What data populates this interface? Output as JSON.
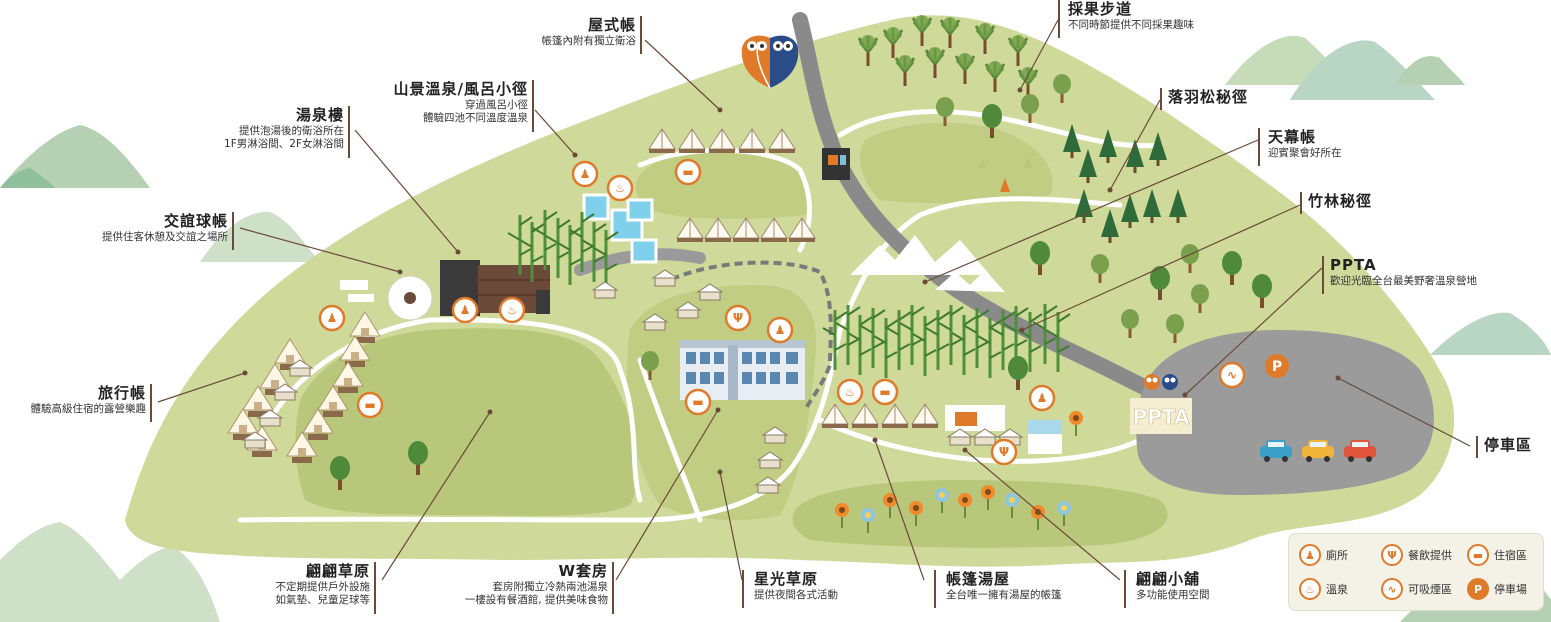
{
  "map_title": "",
  "colors": {
    "land": "#cfd99a",
    "field": "#b9c77a",
    "path": "#ffffff",
    "road": "#8a8a8a",
    "parking": "#9b9b9b",
    "accent": "#e07a2b",
    "leader": "#6b4a3a",
    "mountain": "#cfe0c8"
  },
  "labels": {
    "tent_house": {
      "title": "屋式帳",
      "desc": [
        "帳篷內附有獨立衛浴"
      ]
    },
    "hotspring_trail": {
      "title": "山景溫泉/風呂小徑",
      "desc": [
        "穿過風呂小徑",
        "體驗四池不同溫度溫泉"
      ]
    },
    "bath_building": {
      "title": "湯泉樓",
      "desc": [
        "提供泡湯後的衛浴所在",
        "1F男淋浴間、2F女淋浴間"
      ]
    },
    "ball_tent": {
      "title": "交誼球帳",
      "desc": [
        "提供住客休憩及交誼之場所"
      ]
    },
    "travel_tent": {
      "title": "旅行帳",
      "desc": [
        "體驗高級住宿的露營樂趣"
      ]
    },
    "meadow": {
      "title": "翩翩草原",
      "desc": [
        "不定期提供戶外設施",
        "如氣墊、兒童足球等"
      ]
    },
    "w_suite": {
      "title": "W套房",
      "desc": [
        "套房附獨立冷熱兩池湯泉",
        "一樓設有餐酒館, 提供美味食物"
      ]
    },
    "star_meadow": {
      "title": "星光草原",
      "desc": [
        "提供夜間各式活動"
      ]
    },
    "tent_bath": {
      "title": "帳篷湯屋",
      "desc": [
        "全台唯一擁有湯屋的帳篷"
      ]
    },
    "shop": {
      "title": "翩翩小舖",
      "desc": [
        "多功能使用空間"
      ]
    },
    "fruit_trail": {
      "title": "採果步道",
      "desc": [
        "不同時節提供不同採果趣味"
      ]
    },
    "larch_trail": {
      "title": "落羽松秘徑",
      "desc": []
    },
    "canopy_tent": {
      "title": "天幕帳",
      "desc": [
        "迎賓聚會好所在"
      ]
    },
    "bamboo_trail": {
      "title": "竹林秘徑",
      "desc": []
    },
    "ppta": {
      "title": "PPTA",
      "desc": [
        "歡迎光臨全台最美野奢溫泉營地"
      ]
    },
    "parking": {
      "title": "停車區",
      "desc": []
    }
  },
  "map_sign": "PPTA",
  "legend": {
    "items": [
      {
        "icon": "toilet-icon",
        "glyph": "♟",
        "label": "廁所"
      },
      {
        "icon": "dining-icon",
        "glyph": "Ψ",
        "label": "餐飲提供"
      },
      {
        "icon": "bed-icon",
        "glyph": "▬",
        "label": "住宿區"
      },
      {
        "icon": "hotspring-icon",
        "glyph": "♨",
        "label": "溫泉"
      },
      {
        "icon": "smoking-icon",
        "glyph": "∿",
        "label": "可吸煙區"
      },
      {
        "icon": "parking-icon",
        "glyph": "P",
        "label": "停車場"
      }
    ]
  }
}
